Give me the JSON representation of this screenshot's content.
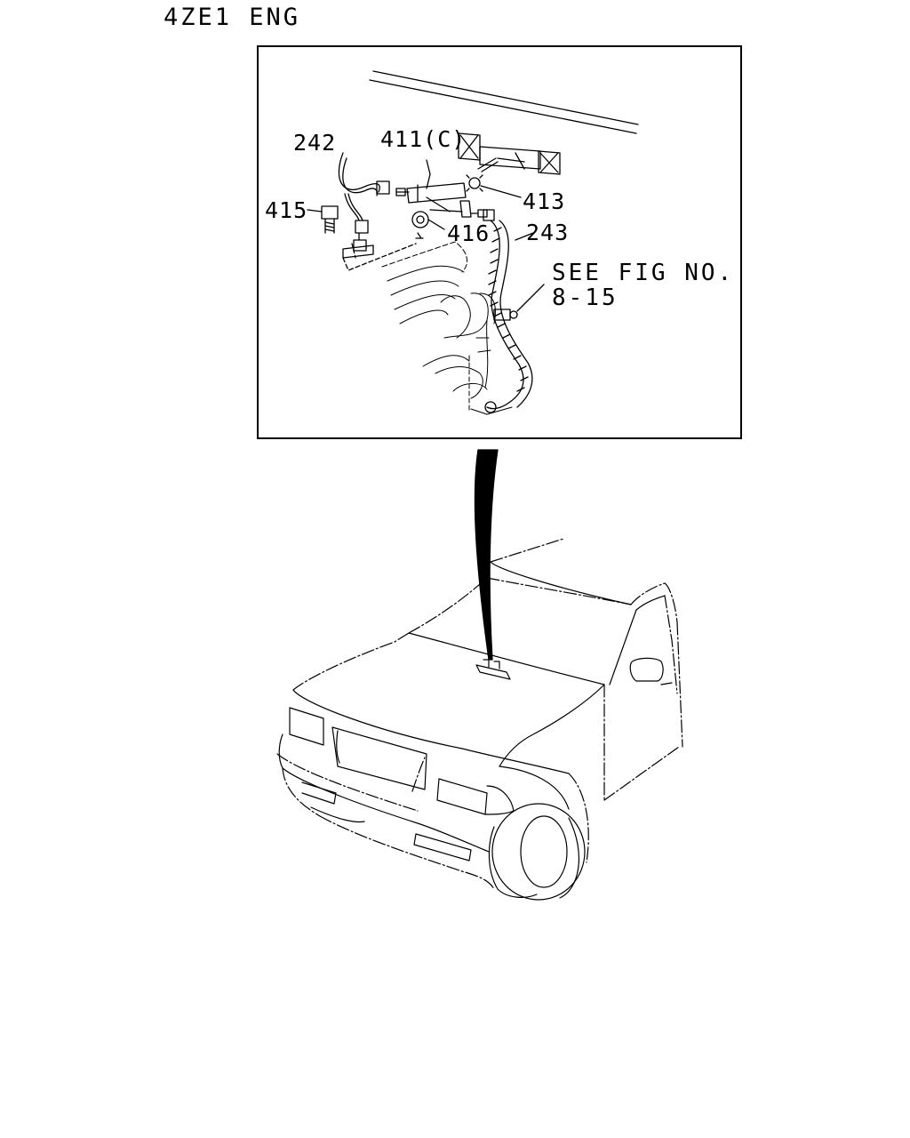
{
  "header": {
    "engine_label": "4ZE1 ENG"
  },
  "inset": {
    "callouts": {
      "p242": "242",
      "p411c": "411(C)",
      "p413": "413",
      "p415": "415",
      "p416": "416",
      "p243": "243"
    },
    "reference": {
      "line1": "SEE FIG NO.",
      "line2": "8-15"
    }
  },
  "colors": {
    "ink": "#000000",
    "paper": "#ffffff"
  }
}
